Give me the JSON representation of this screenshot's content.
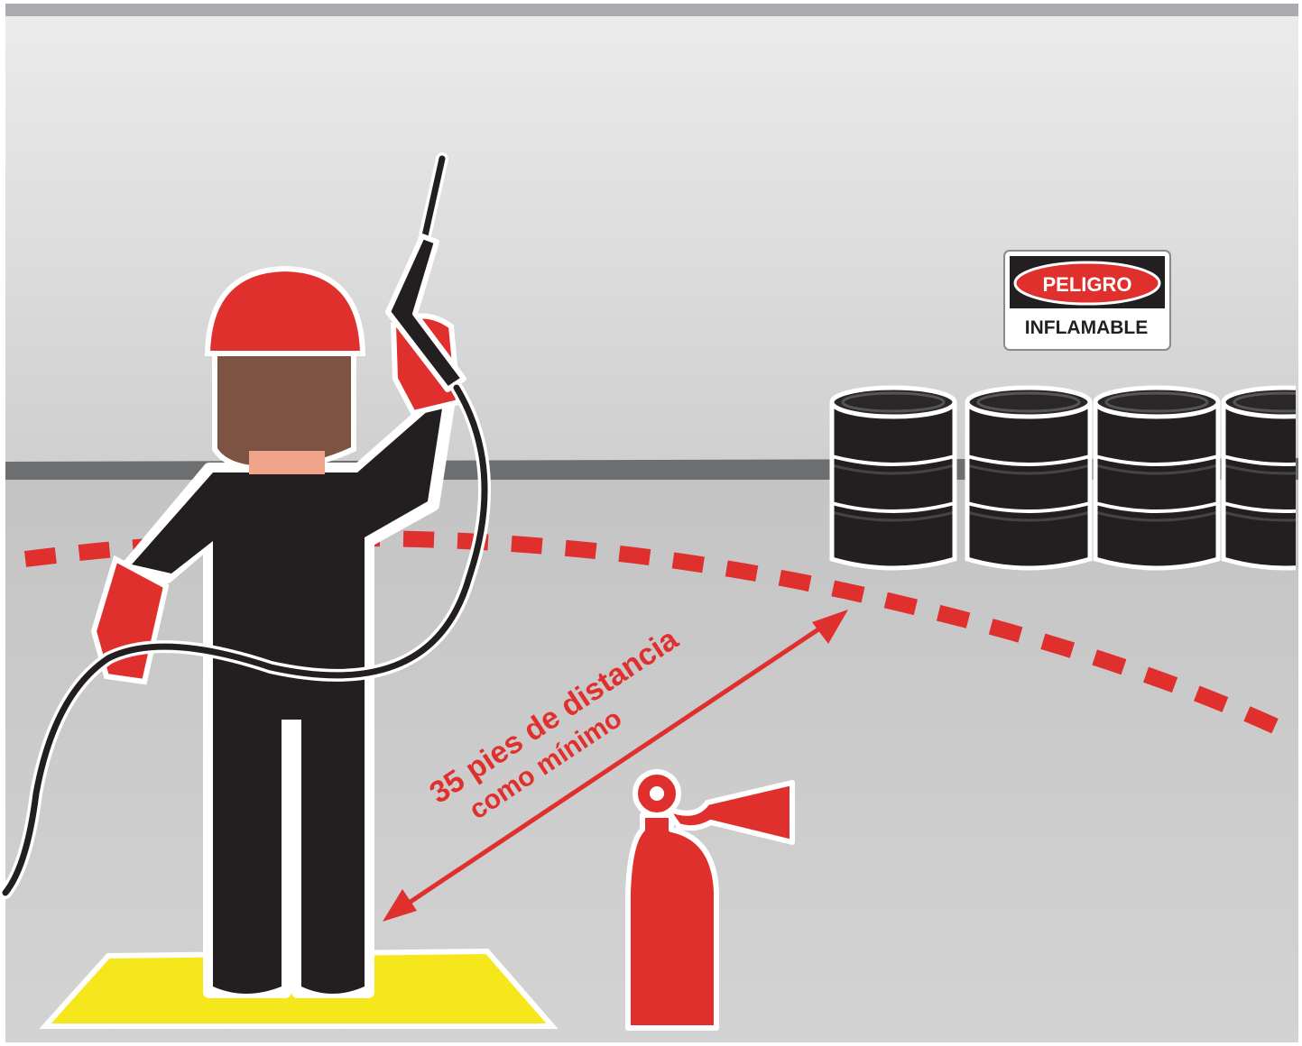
{
  "sign": {
    "header": "PELIGRO",
    "body": "INFLAMABLE"
  },
  "distance_label": {
    "line1": "35 pies de distancia",
    "line2": "como mínimo"
  },
  "colors": {
    "accent_red": "#e0302d",
    "suit": "#231f20",
    "floor_mat": "#f5e71c",
    "face": "#7d5343",
    "background_top": "#e6e6e6",
    "background_floor": "#c8c8c8"
  },
  "icons": [
    "welder-figure",
    "welding-torch",
    "hose",
    "fire-extinguisher",
    "oil-drum",
    "danger-sign",
    "distance-arrow"
  ]
}
